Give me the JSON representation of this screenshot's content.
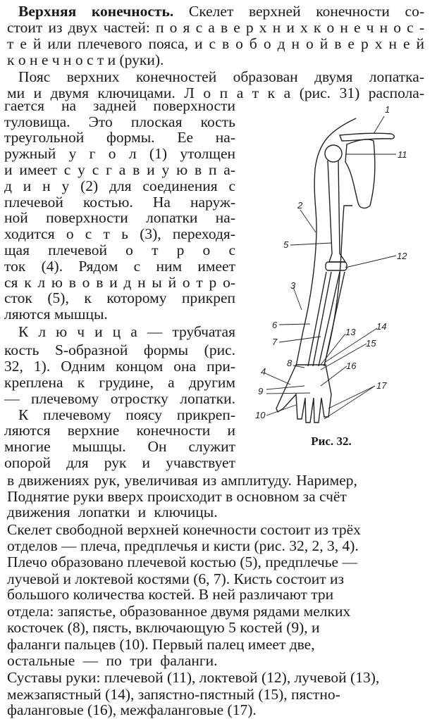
{
  "heading": "Верхняя конечность.",
  "lines": [
    " Скелет верхней конечности со-",
    "стоит из двух частей: п о я с а  в е р х н и х  к о н е ч н о с -",
    "т е й или плечевого пояса, и с в о б о д н о й  в е р х н е й",
    "к о н е ч  н о с  т и  (руки).",
    "Пояс верхних конечностей образован двумя лопатка-",
    "ми и двумя ключицами. Л о п а т к а  (рис. 31) распола-",
    "гается на задней поверхности",
    "туловища. Это плоская кость",
    "треугольной формы. Ее на-",
    "ружный у г о л (1) утолщен",
    "и имеет с у с г а в и у ю в п а-",
    "д и н у (2) для соединения с",
    "плечевой костью. На наруж-",
    "ной поверхности лопатки на-",
    "ходится о с т ь (3), переходя-",
    "щая плечевой о т р о с",
    "ток (4). Рядом с ним имеет",
    "ся к л ю в о в и д н ы й о т р о-",
    "сток (5), к которому прикреп",
    "ляются мышцы.",
    "К л ю ч и ц а — трубчатая",
    "кость S-образной формы (рис.",
    "32, 1). Одним концом она при-",
    "креплена к грудине, а другим",
    "— плечевому отростку лопатки.",
    "К плечевому поясу прикреп-",
    "ляются верхние конечности и",
    "многие мышцы. Он служит",
    "опорой для рук и учавствует",
    "в движениях рук, увеличивая из амплитуду. Наример,",
    "Поднятие руки вверх происходит в основном за счёт",
    "движения лопатки и ключицы.",
    "Скелет свободной верхней конечности состоит из трёх",
    "отделов — плеча, предплечья и кисти (рис. 32, 2, 3, 4).",
    "Плечо образовано плечевой костью (5), предплечье —",
    "лучевой и локтевой костями (6, 7). Кисть состоит из",
    "большого количества костей. В ней различают три",
    "отдела: запястье, образованное двумя рядами мелких",
    "косточек (8), пясть, включающую 5 костей (9), и",
    "фаланги пальцев (10). Первый палец имеет две,",
    "остальные — по три фаланги.",
    "Суставы руки: плечевой (11), локтевой (12), лучевой (13),",
    "межзапястный (14), запястно-пястный (15), пястно-",
    "фаланговые (16), межфаланговые (17)."
  ],
  "figure": {
    "caption": "Рис. 32.",
    "labels": [
      "1",
      "2",
      "3",
      "4",
      "5",
      "6",
      "7",
      "8",
      "9",
      "10",
      "11",
      "12",
      "13",
      "14",
      "15",
      "16",
      "17"
    ]
  }
}
